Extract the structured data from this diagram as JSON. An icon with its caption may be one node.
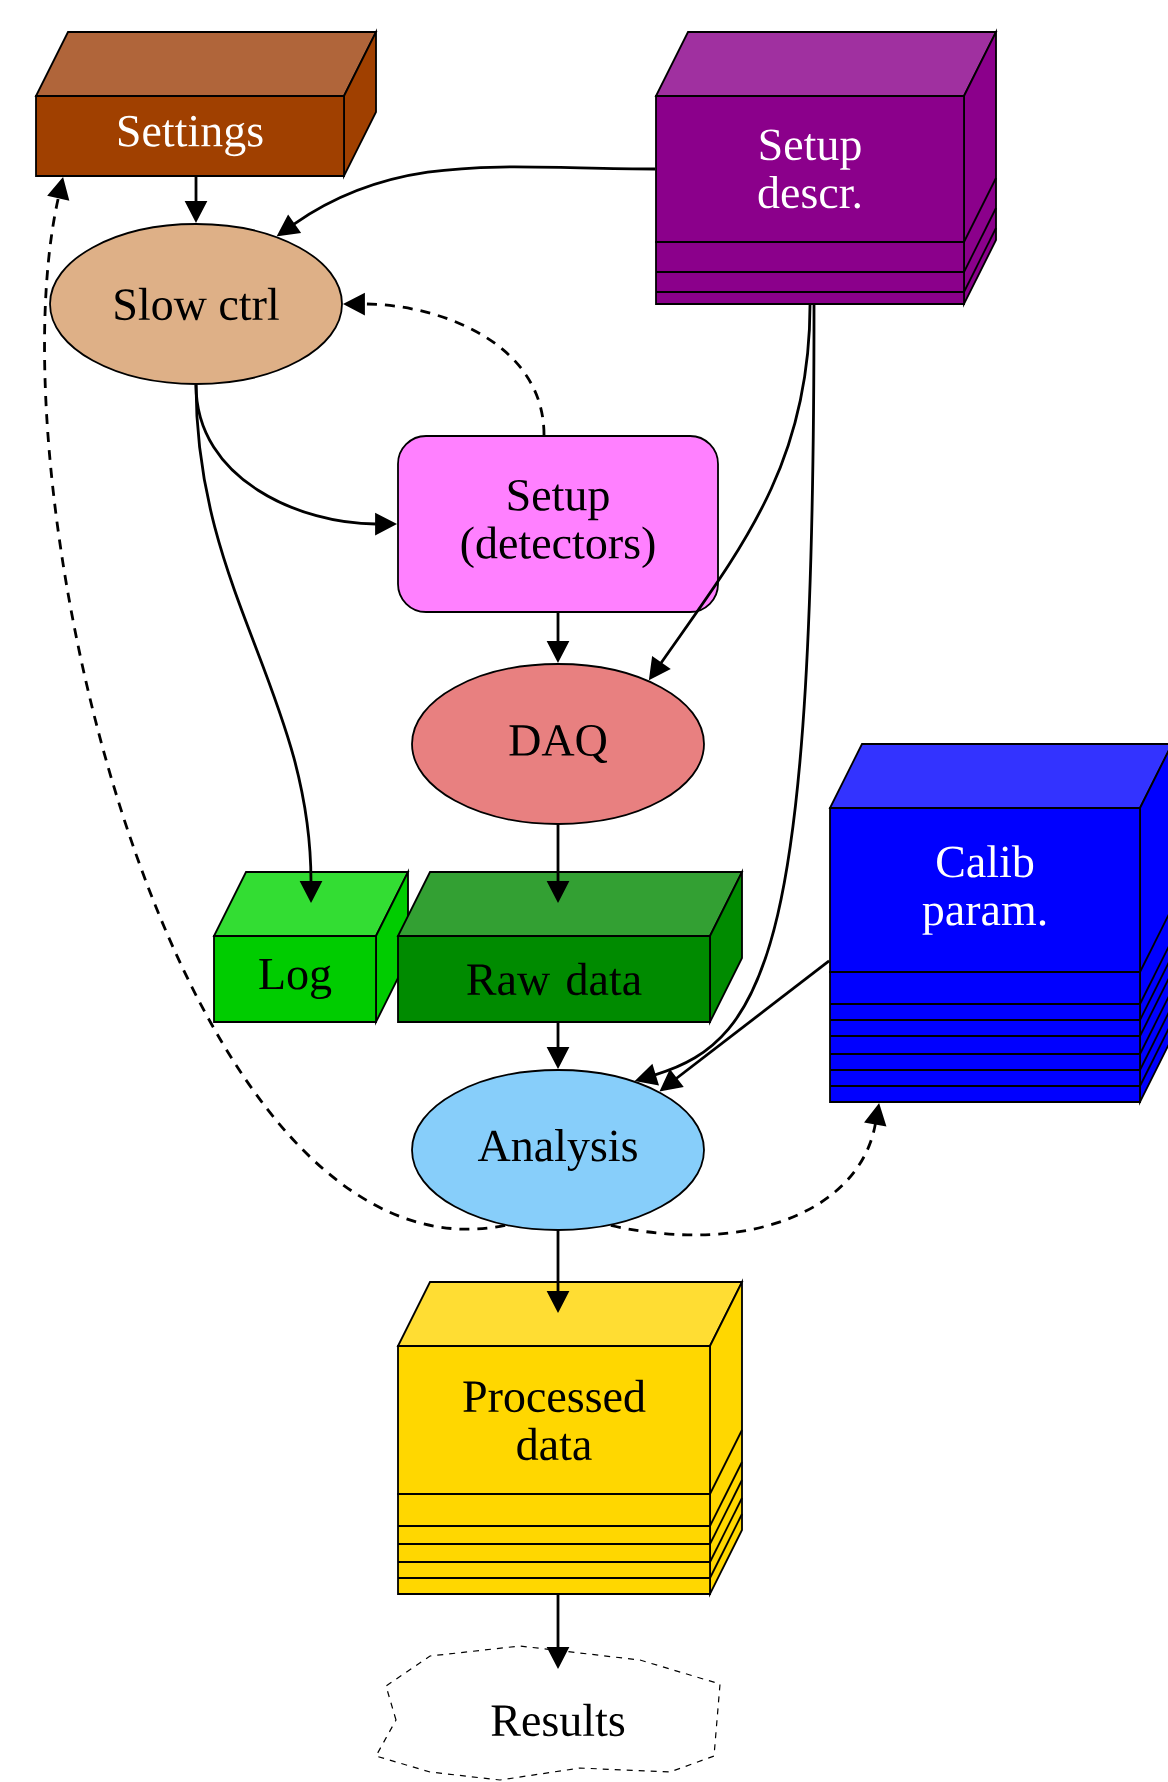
{
  "diagram": {
    "nodes": [
      {
        "text": [
          "Settings"
        ]
      },
      {
        "text": [
          "Setup descr."
        ]
      },
      {
        "text": [
          "Slow ctrl"
        ]
      },
      {
        "text": [
          "Setup (detectors)"
        ]
      },
      {
        "text": [
          "DAQ"
        ]
      },
      {
        "text": [
          "Log"
        ]
      },
      {
        "text": [
          "Raw data"
        ]
      },
      {
        "text": [
          "Calib param."
        ]
      },
      {
        "text": [
          "Analysis"
        ]
      },
      {
        "text": [
          "Processed data"
        ]
      },
      {
        "text": [
          "Results"
        ]
      }
    ],
    "edges": [
      {
        "from": 0,
        "to": 2,
        "arrow": "to"
      },
      {
        "from": 1,
        "to": 2,
        "arrow": "to"
      },
      {
        "from": 2,
        "to": 3,
        "arrow": "to"
      },
      {
        "from": 2,
        "to": 5,
        "arrow": "to"
      },
      {
        "from": 3,
        "to": 2,
        "arrow": "to",
        "style": "dashed"
      },
      {
        "from": 3,
        "to": 4,
        "arrow": "to"
      },
      {
        "from": 1,
        "to": 4,
        "arrow": "to"
      },
      {
        "from": 1,
        "to": 8,
        "arrow": "to"
      },
      {
        "from": 4,
        "to": 6,
        "arrow": "to"
      },
      {
        "from": 6,
        "to": 8,
        "arrow": "to"
      },
      {
        "from": 7,
        "to": 8,
        "arrow": "to"
      },
      {
        "from": 8,
        "to": 9,
        "arrow": "to"
      },
      {
        "from": 9,
        "to": 10,
        "arrow": "to"
      },
      {
        "from": 8,
        "to": 0,
        "arrow": "to",
        "style": "dashed"
      },
      {
        "from": 8,
        "to": 7,
        "arrow": "to",
        "style": "dashed"
      }
    ]
  }
}
